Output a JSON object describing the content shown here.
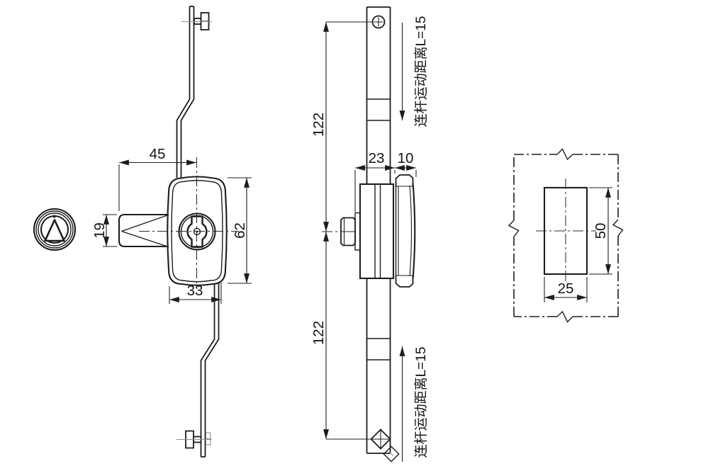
{
  "drawing": {
    "background": "#ffffff",
    "line_color": "#1d1d1d",
    "icon": {
      "name": "push-button-lock-icon"
    },
    "front_view": {
      "dim_latch_offset": "45",
      "dim_latch_height": "19",
      "dim_body_height": "62",
      "dim_body_width": "33"
    },
    "side_view": {
      "dim_rod_top": "122",
      "dim_body_depth": "23",
      "dim_handle_depth": "10",
      "dim_rod_bottom": "122",
      "note_top": "连杆运动距离L=15",
      "note_bottom": "连杆运动距离L=15"
    },
    "panel_view": {
      "dim_cutout_width": "25",
      "dim_cutout_height": "50"
    }
  }
}
